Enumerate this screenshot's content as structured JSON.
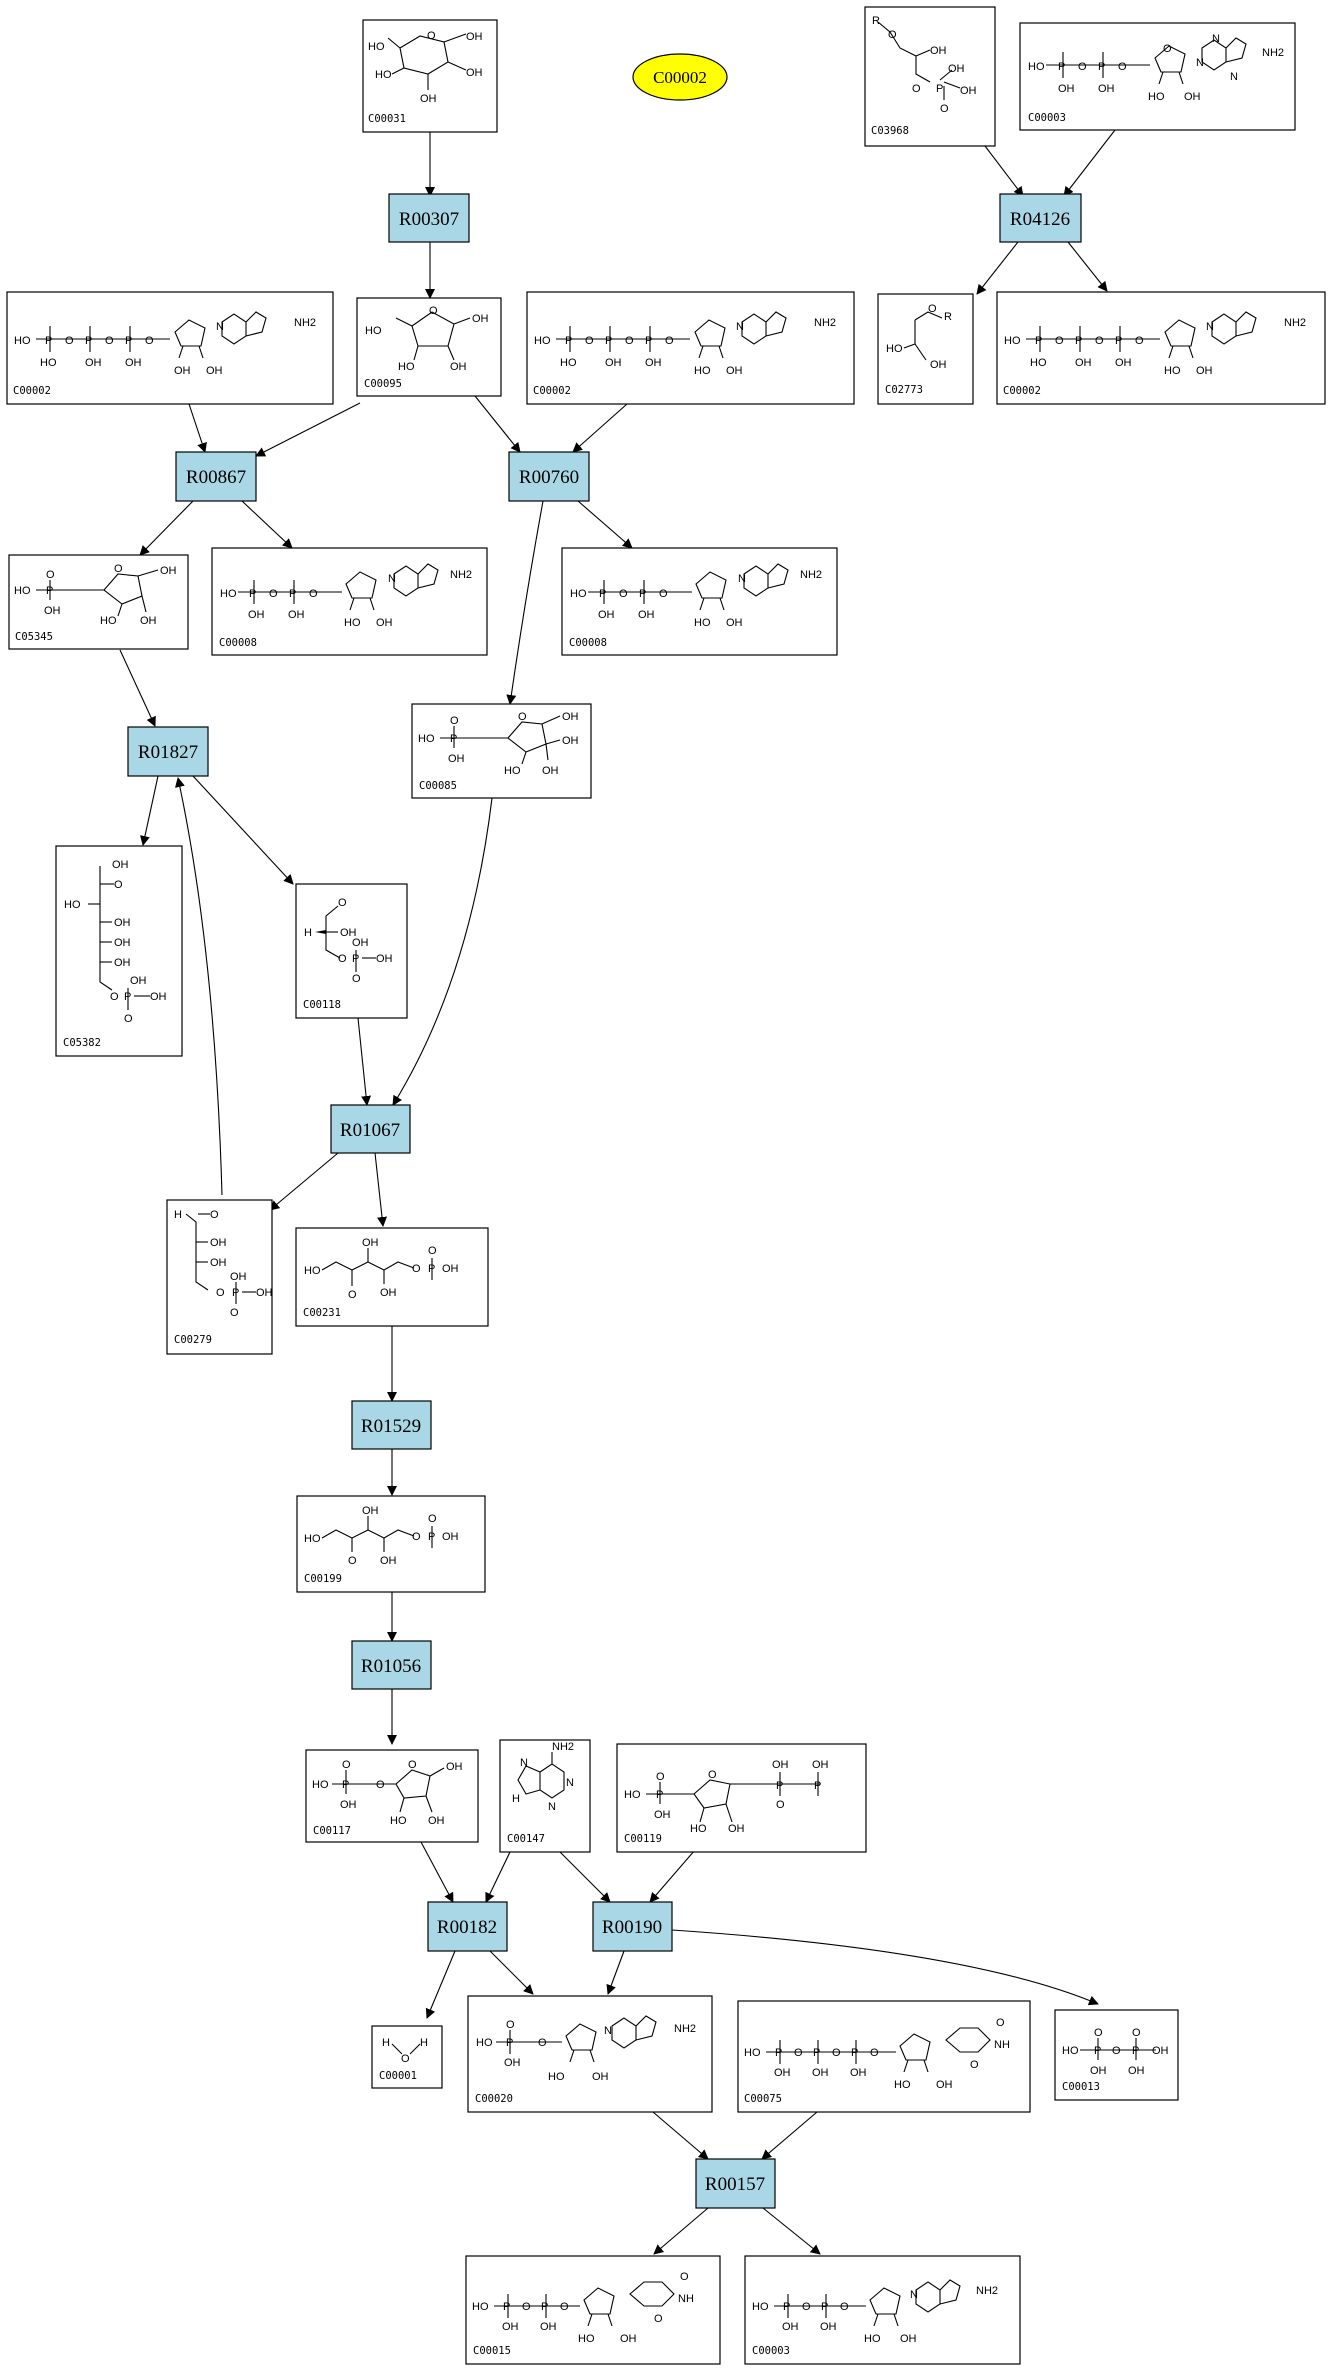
{
  "colors": {
    "reaction_fill": "#aad7e6",
    "highlight_oval": "#ffff00",
    "line": "#000000",
    "background": "#ffffff"
  },
  "highlight": {
    "label": "C00002"
  },
  "reactions": [
    "R00307",
    "R04126",
    "R00867",
    "R00760",
    "R01827",
    "R01067",
    "R01529",
    "R01056",
    "R00182",
    "R00190",
    "R00157"
  ],
  "compounds": {
    "c00031": {
      "id": "C00031",
      "atoms": [
        "O",
        "OH",
        "HO",
        "HO",
        "OH",
        "OH"
      ]
    },
    "c03968": {
      "id": "C03968",
      "atoms": [
        "R",
        "O",
        "OH",
        "O",
        "P",
        "OH",
        "OH",
        "O"
      ]
    },
    "c00003_top": {
      "id": "C00003",
      "atoms": [
        "HO",
        "P",
        "O",
        "P",
        "O",
        "OH",
        "OH",
        "O",
        "N",
        "N",
        "N",
        "NH2",
        "HO",
        "OH"
      ]
    },
    "c00002_a": {
      "id": "C00002",
      "atoms": [
        "HO",
        "P",
        "O",
        "P",
        "O",
        "P",
        "O",
        "HO",
        "OH",
        "OH",
        "N",
        "NH2",
        "OH",
        "OH"
      ]
    },
    "c00095": {
      "id": "C00095",
      "atoms": [
        "HO",
        "O",
        "OH",
        "HO",
        "OH"
      ]
    },
    "c00002_b": {
      "id": "C00002",
      "atoms": [
        "HO",
        "P",
        "O",
        "P",
        "O",
        "P",
        "O",
        "HO",
        "OH",
        "OH",
        "N",
        "NH2",
        "HO",
        "OH"
      ]
    },
    "c02773": {
      "id": "C02773",
      "atoms": [
        "O",
        "R",
        "HO",
        "OH"
      ]
    },
    "c00002_c": {
      "id": "C00002",
      "atoms": [
        "HO",
        "P",
        "O",
        "P",
        "O",
        "P",
        "O",
        "HO",
        "OH",
        "OH",
        "N",
        "NH2",
        "HO",
        "OH"
      ]
    },
    "c05345": {
      "id": "C05345",
      "atoms": [
        "O",
        "HO",
        "P",
        "OH",
        "O",
        "OH",
        "HO",
        "OH"
      ]
    },
    "c00008_a": {
      "id": "C00008",
      "atoms": [
        "HO",
        "P",
        "O",
        "P",
        "O",
        "OH",
        "OH",
        "N",
        "NH2",
        "HO",
        "OH"
      ]
    },
    "c00008_b": {
      "id": "C00008",
      "atoms": [
        "HO",
        "P",
        "O",
        "P",
        "O",
        "OH",
        "OH",
        "N",
        "NH2",
        "HO",
        "OH"
      ]
    },
    "c00085": {
      "id": "C00085",
      "atoms": [
        "O",
        "HO",
        "P",
        "OH",
        "O",
        "OH",
        "OH",
        "HO",
        "OH"
      ]
    },
    "c05382": {
      "id": "C05382",
      "atoms": [
        "OH",
        "O",
        "HO",
        "OH",
        "OH",
        "OH",
        "OH",
        "O",
        "P",
        "OH",
        "O"
      ]
    },
    "c00118": {
      "id": "C00118",
      "atoms": [
        "O",
        "H",
        "OH",
        "O",
        "P",
        "OH",
        "OH",
        "O"
      ]
    },
    "c00279": {
      "id": "C00279",
      "atoms": [
        "H",
        "O",
        "OH",
        "OH",
        "O",
        "P",
        "OH",
        "OH",
        "O"
      ]
    },
    "c00231": {
      "id": "C00231",
      "atoms": [
        "OH",
        "HO",
        "O",
        "OH",
        "O",
        "P",
        "OH",
        "O"
      ]
    },
    "c00199": {
      "id": "C00199",
      "atoms": [
        "OH",
        "HO",
        "O",
        "OH",
        "O",
        "P",
        "OH",
        "O"
      ]
    },
    "c00117": {
      "id": "C00117",
      "atoms": [
        "O",
        "HO",
        "P",
        "OH",
        "O",
        "O",
        "OH",
        "HO",
        "OH"
      ]
    },
    "c00147": {
      "id": "C00147",
      "atoms": [
        "NH2",
        "N",
        "N",
        "N",
        "H"
      ]
    },
    "c00119": {
      "id": "C00119",
      "atoms": [
        "O",
        "HO",
        "P",
        "OH",
        "O",
        "OH",
        "OH",
        "P",
        "P",
        "O",
        "HO",
        "OH"
      ]
    },
    "c00001": {
      "id": "C00001",
      "atoms": [
        "H",
        "O",
        "H"
      ]
    },
    "c00020": {
      "id": "C00020",
      "atoms": [
        "O",
        "HO",
        "P",
        "OH",
        "O",
        "N",
        "NH2",
        "HO",
        "OH"
      ]
    },
    "c00075": {
      "id": "C00075",
      "atoms": [
        "HO",
        "P",
        "O",
        "P",
        "O",
        "P",
        "O",
        "OH",
        "OH",
        "OH",
        "O",
        "NH",
        "O",
        "HO",
        "OH"
      ]
    },
    "c00013": {
      "id": "C00013",
      "atoms": [
        "O",
        "O",
        "HO",
        "P",
        "O",
        "P",
        "OH",
        "OH",
        "OH"
      ]
    },
    "c00015": {
      "id": "C00015",
      "atoms": [
        "HO",
        "P",
        "O",
        "P",
        "O",
        "OH",
        "OH",
        "O",
        "NH",
        "O",
        "HO",
        "OH"
      ]
    },
    "c00003_bot": {
      "id": "C00003",
      "atoms": [
        "HO",
        "P",
        "O",
        "P",
        "O",
        "OH",
        "OH",
        "N",
        "NH2",
        "HO",
        "OH"
      ]
    }
  }
}
